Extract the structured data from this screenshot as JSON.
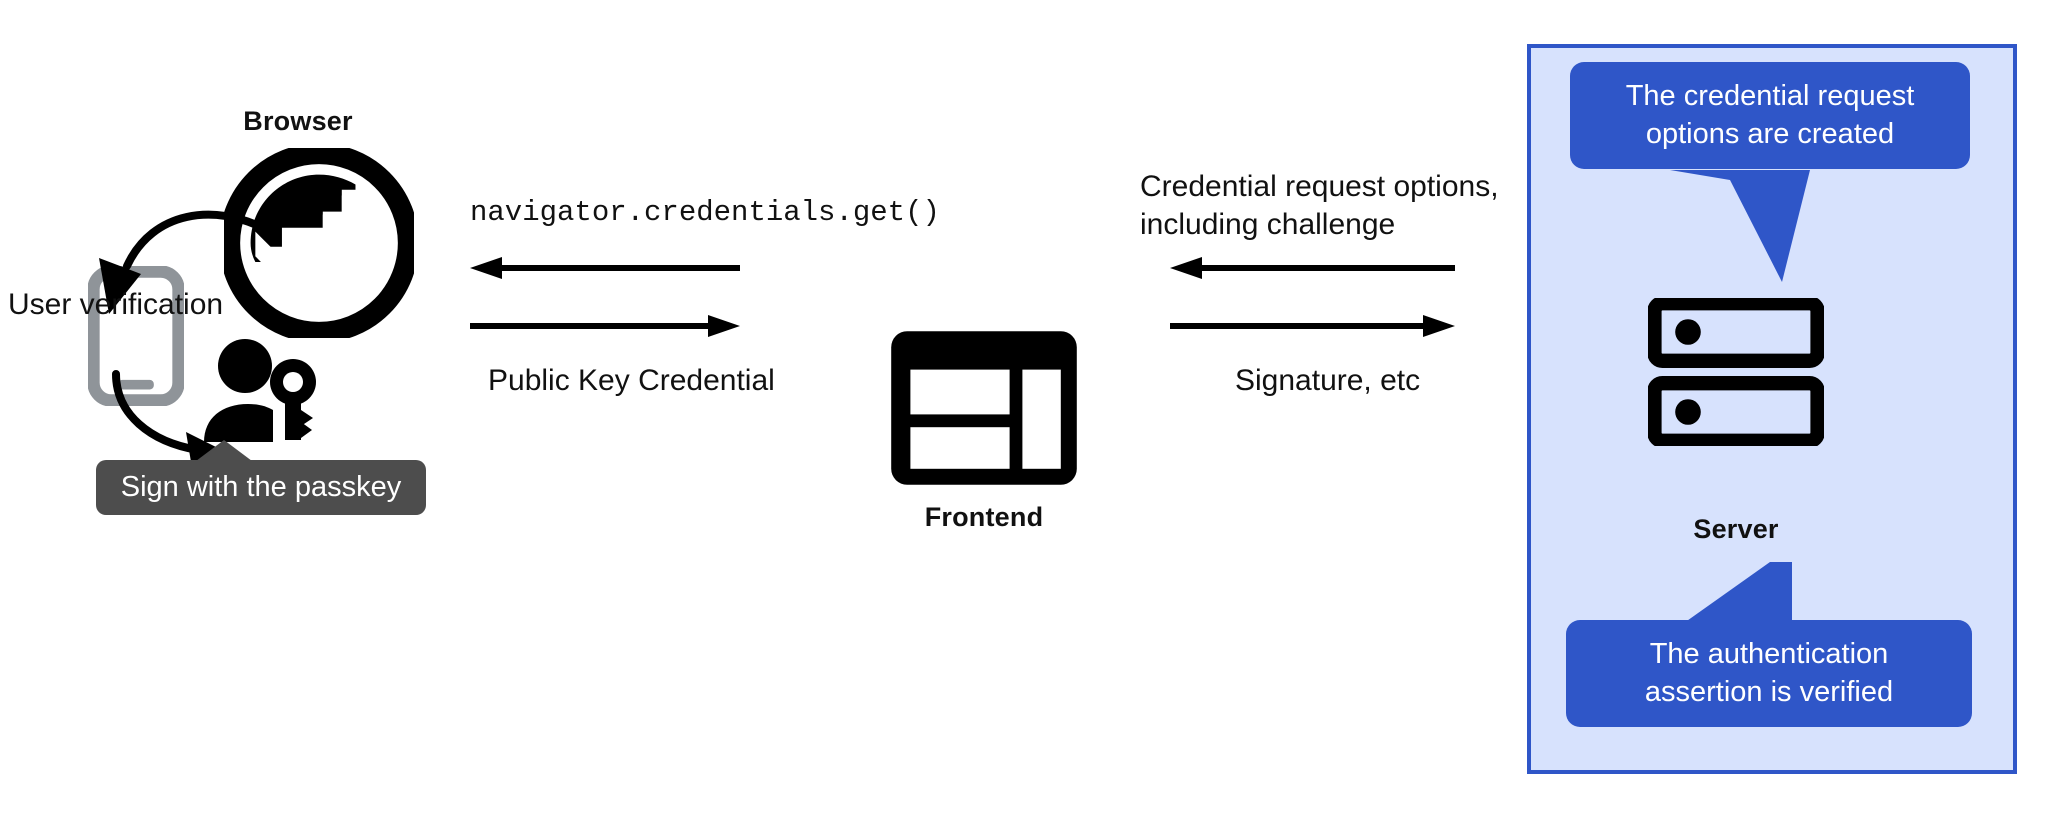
{
  "diagram": {
    "title": "WebAuthn passkey authentication flow",
    "colors": {
      "panel_fill": "#d7e2fd",
      "panel_border": "#2f56c8",
      "callout_fill": "#2f56c8",
      "callout_text": "#ffffff",
      "tooltip_fill": "#4d4d4d",
      "tooltip_text": "#ffffff",
      "icon_black": "#000000",
      "phone_gray": "#8f9499",
      "text": "#111111"
    }
  },
  "browser": {
    "label": "Browser",
    "icon": "globe-icon"
  },
  "phone": {
    "icon": "smartphone-icon"
  },
  "user_verification": {
    "label": "User verification"
  },
  "person": {
    "icon": "person-with-key-icon"
  },
  "passkey_tooltip": {
    "text": "Sign with the passkey"
  },
  "channel_browser_frontend": {
    "top_label": "navigator.credentials.get()",
    "bottom_label": "Public Key Credential",
    "arrow_top_direction": "left",
    "arrow_bottom_direction": "right"
  },
  "frontend": {
    "label": "Frontend",
    "icon": "layout-window-icon"
  },
  "channel_frontend_server": {
    "top_label": "Credential request options,\nincluding challenge",
    "bottom_label": "Signature, etc",
    "arrow_top_direction": "left",
    "arrow_bottom_direction": "right"
  },
  "server": {
    "label": "Server",
    "icon": "server-rack-icon",
    "callout_top": "The credential request\noptions are created",
    "callout_bottom": "The authentication\nassertion is verified"
  }
}
